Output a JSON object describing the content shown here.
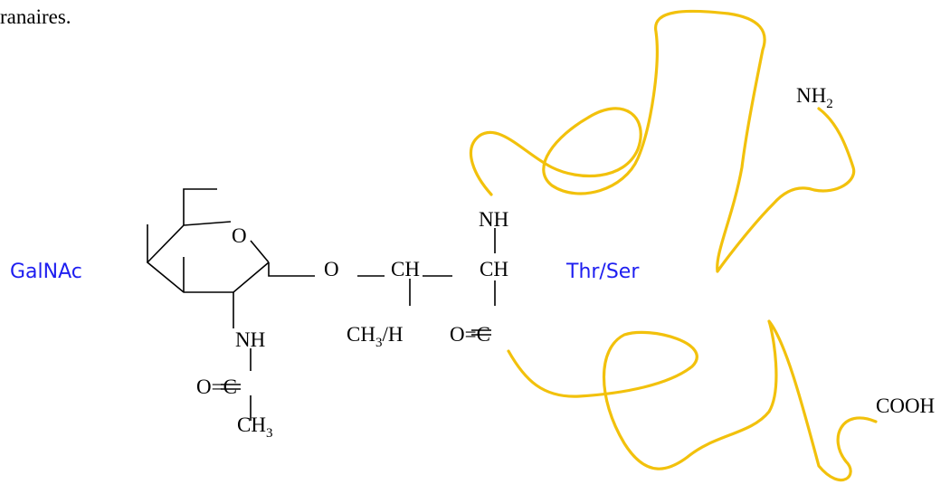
{
  "caption_fragment": "ranaires.",
  "labels": {
    "sugar": "GalNAc",
    "amino_acid": "Thr/Ser"
  },
  "atoms": {
    "ring_oxygen": "O",
    "glycosidic_oxygen": "O",
    "ch_left": "CH",
    "ch_right": "CH",
    "nh_backbone": "NH",
    "carbonyl": "O=C",
    "methyl_or_h": {
      "main": "CH",
      "sub": "3",
      "tail": "/H"
    },
    "nh_acetyl": "NH",
    "acetyl_carbonyl": "O=C",
    "acetyl_methyl": {
      "main": "CH",
      "sub": "3"
    },
    "n_terminus": {
      "main": "NH",
      "sub": "2"
    },
    "c_terminus": "COOH"
  },
  "colors": {
    "chain": "#F2C10C",
    "label": "#1E1EF0",
    "text": "#000000"
  }
}
